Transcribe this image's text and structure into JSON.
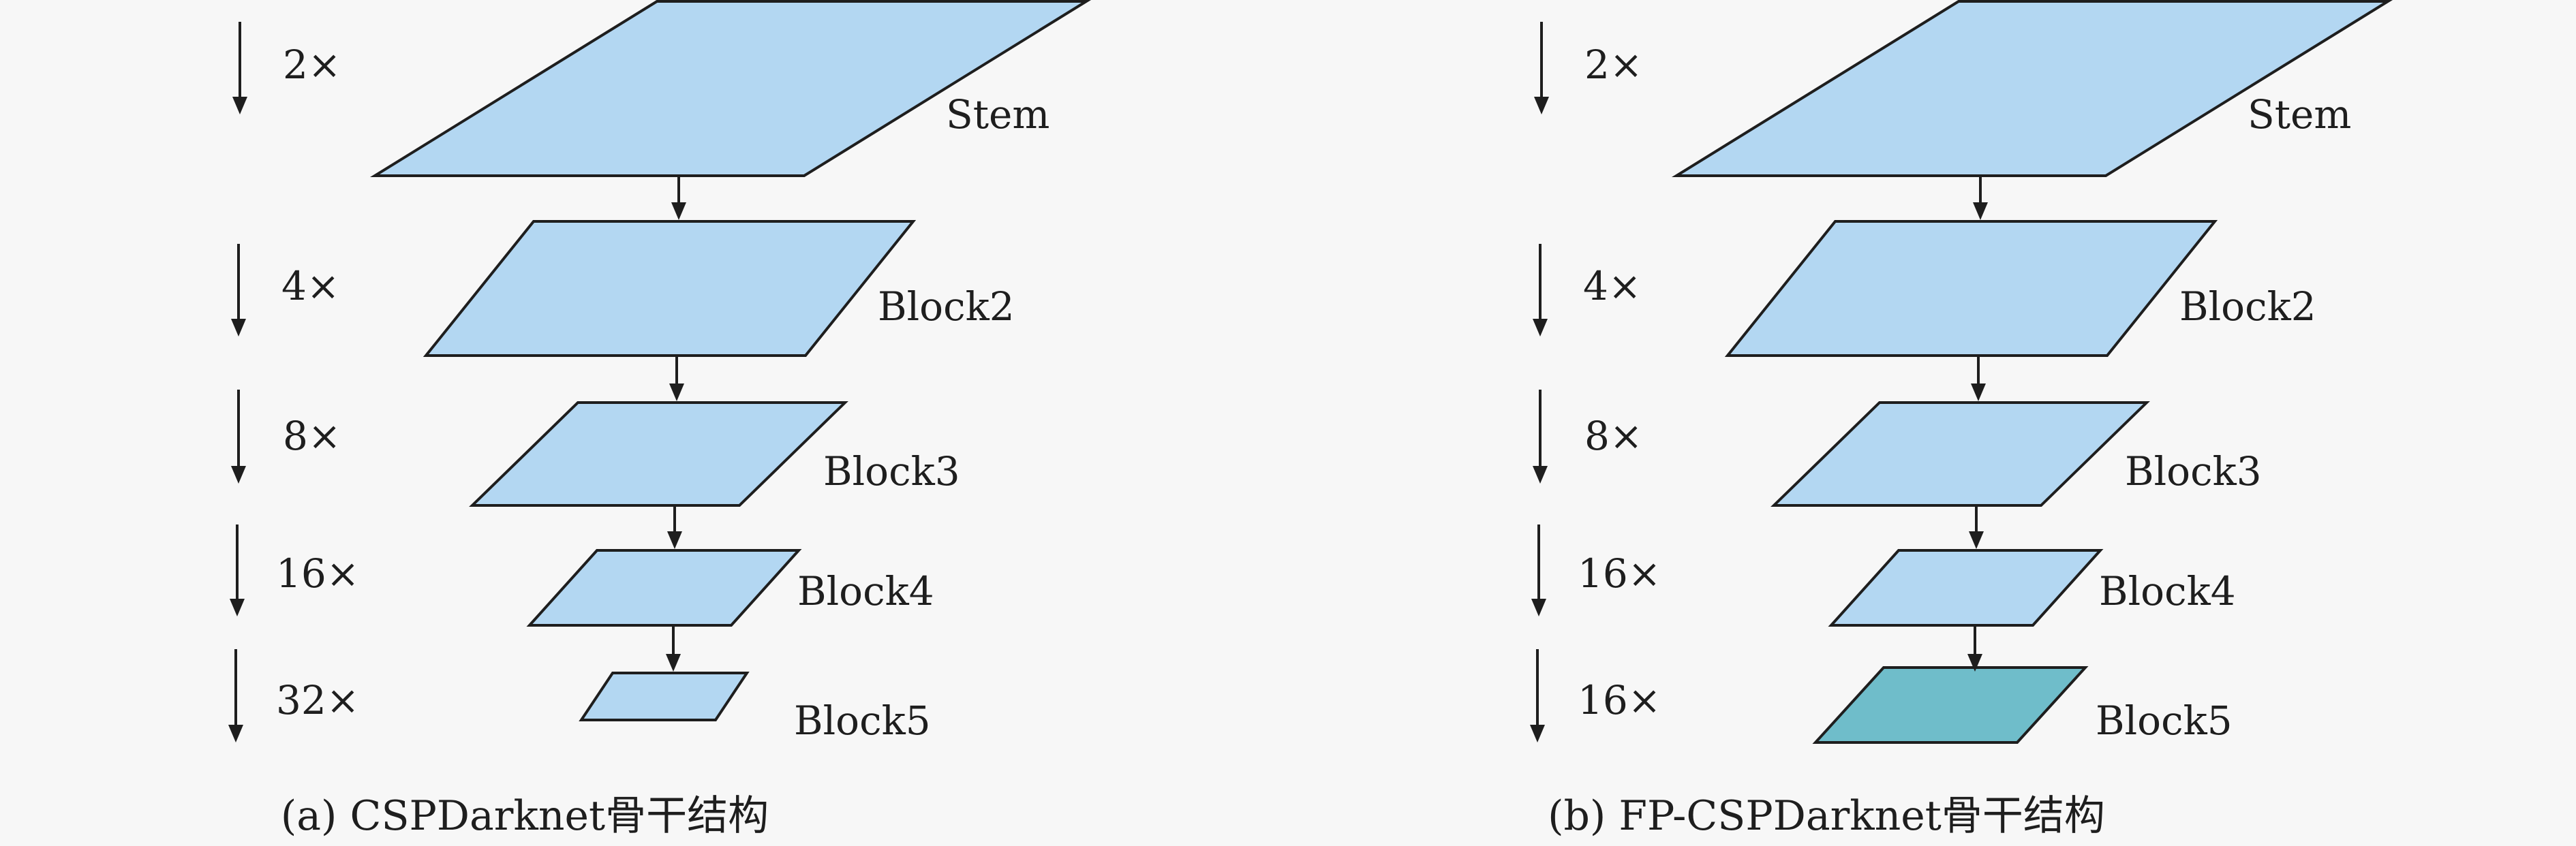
{
  "colors": {
    "block_fill": "#b3d7f2",
    "highlight_fill": "#6fbdca",
    "stroke": "#1e1e1e",
    "background": "#f7f7f7"
  },
  "panels": [
    {
      "caption": "(a) CSPDarknet骨干结构",
      "blocks": [
        {
          "label": "Stem",
          "scale": "2×"
        },
        {
          "label": "Block2",
          "scale": "4×"
        },
        {
          "label": "Block3",
          "scale": "8×"
        },
        {
          "label": "Block4",
          "scale": "16×"
        },
        {
          "label": "Block5",
          "scale": "32×"
        }
      ]
    },
    {
      "caption": "(b) FP-CSPDarknet骨干结构",
      "blocks": [
        {
          "label": "Stem",
          "scale": "2×"
        },
        {
          "label": "Block2",
          "scale": "4×"
        },
        {
          "label": "Block3",
          "scale": "8×"
        },
        {
          "label": "Block4",
          "scale": "16×"
        },
        {
          "label": "Block5",
          "scale": "16×",
          "highlighted": true
        }
      ]
    }
  ]
}
